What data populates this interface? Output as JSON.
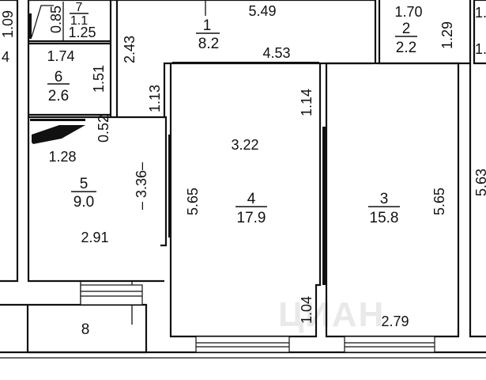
{
  "watermark": "ЦИАН",
  "rooms": [
    {
      "id": "1",
      "area": "8.2"
    },
    {
      "id": "2",
      "area": "2.2"
    },
    {
      "id": "3",
      "area": "15.8"
    },
    {
      "id": "4",
      "area": "17.9"
    },
    {
      "id": "5",
      "area": "9.0"
    },
    {
      "id": "6",
      "area": "2.6"
    },
    {
      "id": "7",
      "area": "1.1"
    },
    {
      "id": "8",
      "area": ""
    }
  ],
  "dimensions": {
    "d_1_09": "1.09",
    "d_4_edge": "4",
    "d_0_85": "0.85",
    "d_1_25": "1.25",
    "d_5_49": "5.49",
    "d_1_70": "1.70",
    "d_1_29": "1.29",
    "d_1_right": "1.",
    "d_1_right2": "1.",
    "d_2_43": "2.43",
    "d_1_74": "1.74",
    "d_1_51": "1.51",
    "d_4_53": "4.53",
    "d_1_13": "1.13",
    "d_1_14": "1.14",
    "d_0_52": "0.52",
    "d_3_22": "3.22",
    "d_1_28": "1.28",
    "d_3_36": "– 3.36–",
    "d_5_65_a": "5.65",
    "d_5_65_b": "5.65",
    "d_5_63": "5.63",
    "d_2_91": "2.91",
    "d_1_04": "1.04",
    "d_2_79": "2.79"
  }
}
